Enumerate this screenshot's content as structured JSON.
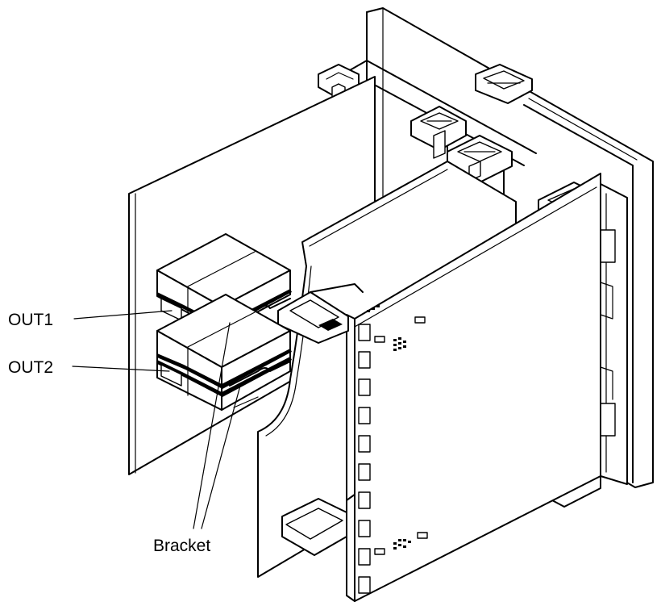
{
  "labels": {
    "out1": "OUT1",
    "out2": "OUT2",
    "bracket": "Bracket"
  }
}
